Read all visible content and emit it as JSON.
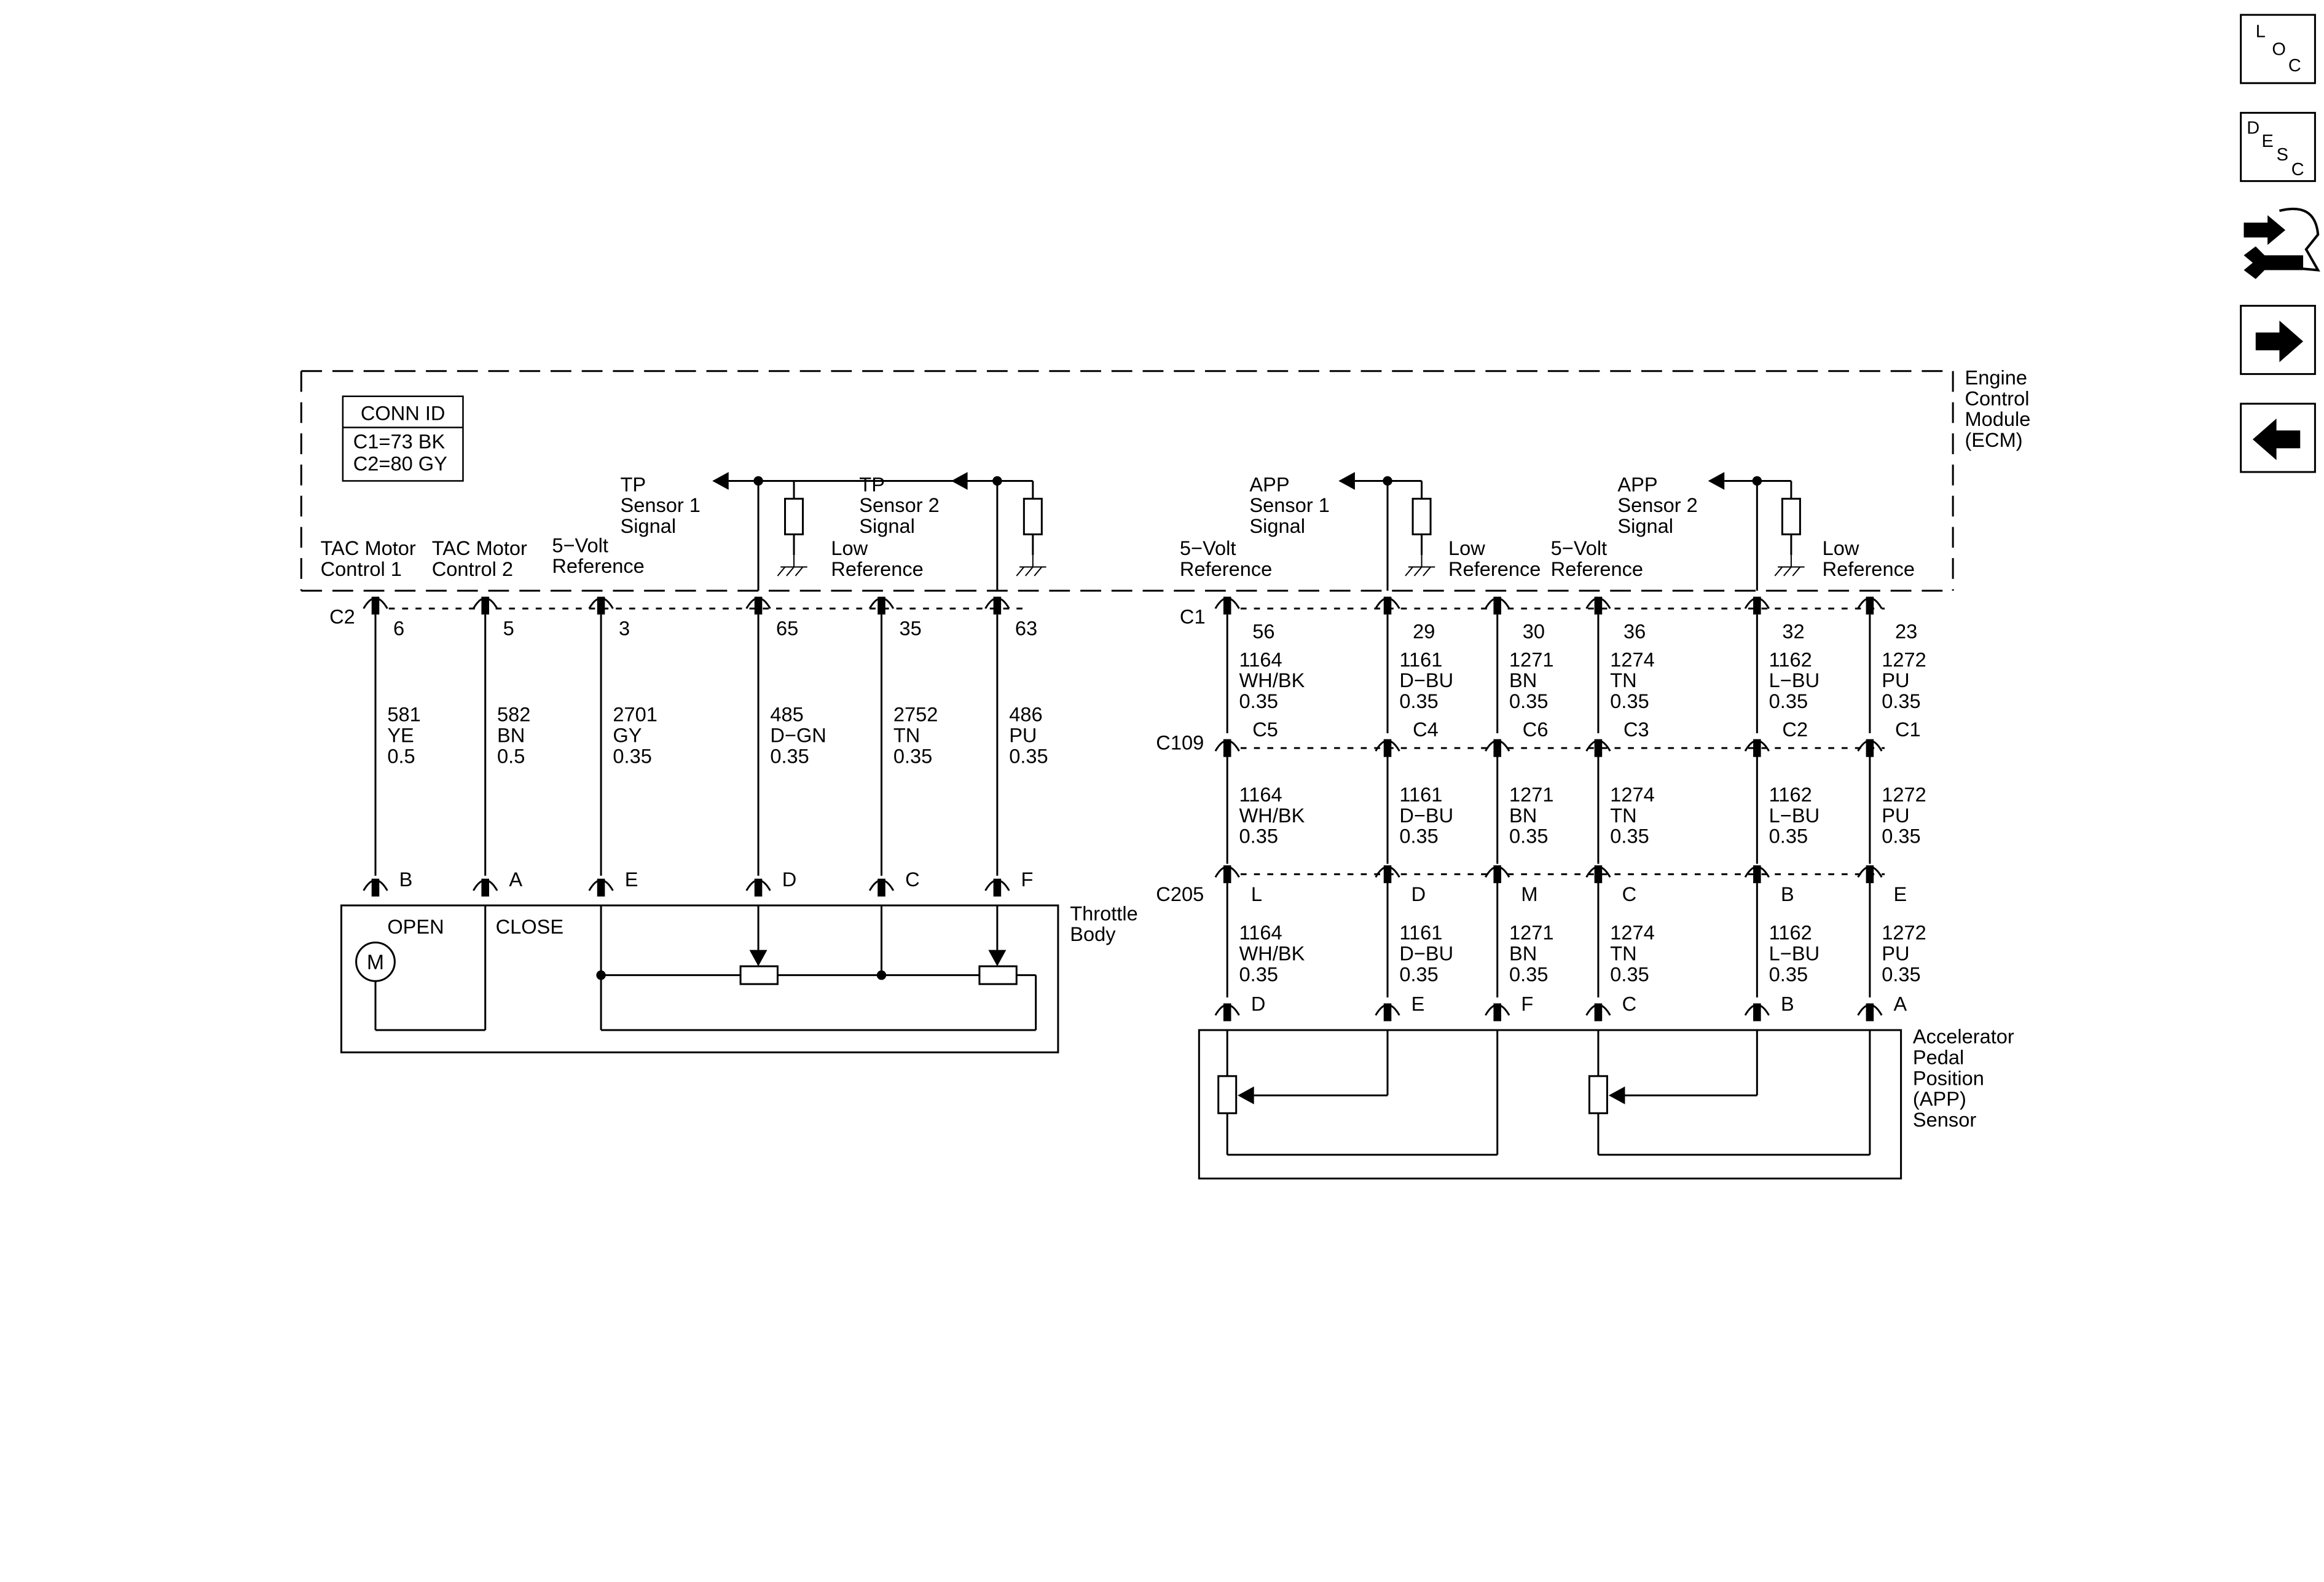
{
  "nav_buttons": [
    {
      "name": "loc-button",
      "letters": [
        "L",
        "O",
        "C"
      ]
    },
    {
      "name": "desc-button",
      "letters": [
        "D",
        "E",
        "S",
        "C"
      ]
    },
    {
      "name": "diagnostics-button",
      "icon": "arrows-wrench-icon"
    },
    {
      "name": "next-button",
      "icon": "arrow-right-icon"
    },
    {
      "name": "previous-button",
      "icon": "arrow-left-icon"
    }
  ],
  "ecm": {
    "label": [
      "Engine",
      "Control",
      "Module",
      "(ECM)"
    ],
    "conn_id": {
      "title": "CONN ID",
      "lines": [
        "C1=73 BK",
        "C2=80 GY"
      ]
    },
    "signal_labels": [
      {
        "id": "tp1",
        "lines": [
          "TP",
          "Sensor 1",
          "Signal"
        ]
      },
      {
        "id": "tp2",
        "lines": [
          "TP",
          "Sensor 2",
          "Signal"
        ]
      },
      {
        "id": "app1",
        "lines": [
          "APP",
          "Sensor 1",
          "Signal"
        ]
      },
      {
        "id": "app2",
        "lines": [
          "APP",
          "Sensor 2",
          "Signal"
        ]
      }
    ],
    "circuit_labels": [
      {
        "id": "tac1",
        "lines": [
          "TAC Motor",
          "Control 1"
        ]
      },
      {
        "id": "tac2",
        "lines": [
          "TAC Motor",
          "Control 2"
        ]
      },
      {
        "id": "ref5v-tb",
        "lines": [
          "5−Volt",
          "Reference"
        ]
      },
      {
        "id": "lowref-tb",
        "lines": [
          "Low",
          "Reference"
        ]
      },
      {
        "id": "ref5v-app1",
        "lines": [
          "5−Volt",
          "Reference"
        ]
      },
      {
        "id": "lowref-app1",
        "lines": [
          "Low",
          "Reference"
        ]
      },
      {
        "id": "ref5v-app2",
        "lines": [
          "5−Volt",
          "Reference"
        ]
      },
      {
        "id": "lowref-app2",
        "lines": [
          "Low",
          "Reference"
        ]
      }
    ]
  },
  "connectors": {
    "c2": "C2",
    "c1": "C1",
    "c109": "C109",
    "c205": "C205"
  },
  "throttle_body": {
    "label": [
      "Throttle",
      "Body"
    ],
    "open": "OPEN",
    "close": "CLOSE",
    "motor": "M",
    "wires": [
      {
        "ecm_pin": "6",
        "circuit": "581",
        "color": "YE",
        "gauge": "0.5",
        "device_pin": "B"
      },
      {
        "ecm_pin": "5",
        "circuit": "582",
        "color": "BN",
        "gauge": "0.5",
        "device_pin": "A"
      },
      {
        "ecm_pin": "3",
        "circuit": "2701",
        "color": "GY",
        "gauge": "0.35",
        "device_pin": "E"
      },
      {
        "ecm_pin": "65",
        "circuit": "485",
        "color": "D−GN",
        "gauge": "0.35",
        "device_pin": "D"
      },
      {
        "ecm_pin": "35",
        "circuit": "2752",
        "color": "TN",
        "gauge": "0.35",
        "device_pin": "C"
      },
      {
        "ecm_pin": "63",
        "circuit": "486",
        "color": "PU",
        "gauge": "0.35",
        "device_pin": "F"
      }
    ]
  },
  "app_sensor": {
    "label": [
      "Accelerator",
      "Pedal",
      "Position",
      "(APP)",
      "Sensor"
    ],
    "wires": [
      {
        "ecm_pin": "56",
        "c109_pin": "C5",
        "c205_pin": "L",
        "device_pin": "D",
        "seg1": {
          "circuit": "1164",
          "color": "WH/BK",
          "gauge": "0.35"
        },
        "seg2": {
          "circuit": "1164",
          "color": "WH/BK",
          "gauge": "0.35"
        },
        "seg3": {
          "circuit": "1164",
          "color": "WH/BK",
          "gauge": "0.35"
        }
      },
      {
        "ecm_pin": "29",
        "c109_pin": "C4",
        "c205_pin": "D",
        "device_pin": "E",
        "seg1": {
          "circuit": "1161",
          "color": "D−BU",
          "gauge": "0.35"
        },
        "seg2": {
          "circuit": "1161",
          "color": "D−BU",
          "gauge": "0.35"
        },
        "seg3": {
          "circuit": "1161",
          "color": "D−BU",
          "gauge": "0.35"
        }
      },
      {
        "ecm_pin": "30",
        "c109_pin": "C6",
        "c205_pin": "M",
        "device_pin": "F",
        "seg1": {
          "circuit": "1271",
          "color": "BN",
          "gauge": "0.35"
        },
        "seg2": {
          "circuit": "1271",
          "color": "BN",
          "gauge": "0.35"
        },
        "seg3": {
          "circuit": "1271",
          "color": "BN",
          "gauge": "0.35"
        }
      },
      {
        "ecm_pin": "36",
        "c109_pin": "C3",
        "c205_pin": "C",
        "device_pin": "C",
        "seg1": {
          "circuit": "1274",
          "color": "TN",
          "gauge": "0.35"
        },
        "seg2": {
          "circuit": "1274",
          "color": "TN",
          "gauge": "0.35"
        },
        "seg3": {
          "circuit": "1274",
          "color": "TN",
          "gauge": "0.35"
        }
      },
      {
        "ecm_pin": "32",
        "c109_pin": "C2",
        "c205_pin": "B",
        "device_pin": "B",
        "seg1": {
          "circuit": "1162",
          "color": "L−BU",
          "gauge": "0.35"
        },
        "seg2": {
          "circuit": "1162",
          "color": "L−BU",
          "gauge": "0.35"
        },
        "seg3": {
          "circuit": "1162",
          "color": "L−BU",
          "gauge": "0.35"
        }
      },
      {
        "ecm_pin": "23",
        "c109_pin": "C1",
        "c205_pin": "E",
        "device_pin": "A",
        "seg1": {
          "circuit": "1272",
          "color": "PU",
          "gauge": "0.35"
        },
        "seg2": {
          "circuit": "1272",
          "color": "PU",
          "gauge": "0.35"
        },
        "seg3": {
          "circuit": "1272",
          "color": "PU",
          "gauge": "0.35"
        }
      }
    ]
  }
}
